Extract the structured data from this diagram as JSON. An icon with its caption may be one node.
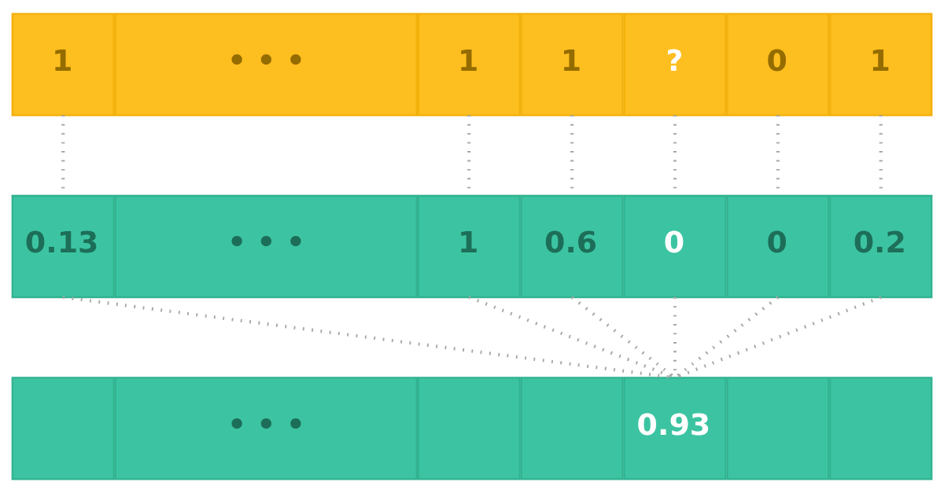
{
  "diagram": {
    "nodes": [
      {
        "text": [
          "1"
        ]
      },
      {
        "text": [
          "• • •"
        ]
      },
      {
        "text": [
          "1"
        ]
      },
      {
        "text": [
          "1"
        ]
      },
      {
        "text": [
          "?"
        ]
      },
      {
        "text": [
          "0"
        ]
      },
      {
        "text": [
          "1"
        ]
      },
      {
        "text": [
          "0.13"
        ]
      },
      {
        "text": [
          "• • •"
        ]
      },
      {
        "text": [
          "1"
        ]
      },
      {
        "text": [
          "0.6"
        ]
      },
      {
        "text": [
          "0"
        ]
      },
      {
        "text": [
          "0"
        ]
      },
      {
        "text": [
          "0.2"
        ]
      },
      {
        "text": [],
        "shape": "box"
      },
      {
        "text": [
          "• • •"
        ]
      },
      {
        "text": [],
        "shape": "box"
      },
      {
        "text": [],
        "shape": "box"
      },
      {
        "text": [
          "0.93"
        ]
      },
      {
        "text": [],
        "shape": "box"
      },
      {
        "text": [],
        "shape": "box"
      }
    ],
    "edges": [
      {
        "from": 0,
        "to": 7,
        "arrow": "none"
      },
      {
        "from": 2,
        "to": 9,
        "arrow": "none"
      },
      {
        "from": 3,
        "to": 10,
        "arrow": "none"
      },
      {
        "from": 4,
        "to": 11,
        "arrow": "none"
      },
      {
        "from": 5,
        "to": 12,
        "arrow": "none"
      },
      {
        "from": 6,
        "to": 13,
        "arrow": "none"
      },
      {
        "from": 7,
        "to": 18,
        "arrow": "none"
      },
      {
        "from": 9,
        "to": 18,
        "arrow": "none"
      },
      {
        "from": 10,
        "to": 18,
        "arrow": "none"
      },
      {
        "from": 11,
        "to": 18,
        "arrow": "none"
      },
      {
        "from": 12,
        "to": 18,
        "arrow": "none"
      },
      {
        "from": 13,
        "to": 18,
        "arrow": "none"
      }
    ]
  }
}
